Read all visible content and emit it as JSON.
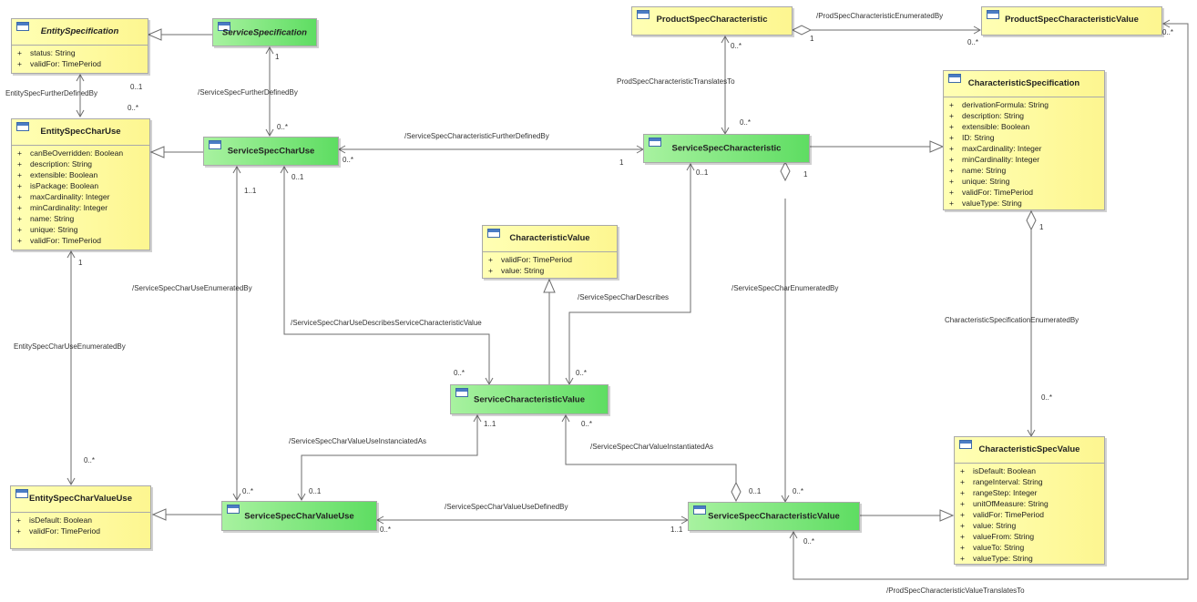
{
  "classes": {
    "entitySpecification": {
      "name": "EntitySpecification",
      "attributes": [
        {
          "vis": "+",
          "text": "status: String"
        },
        {
          "vis": "+",
          "text": "validFor: TimePeriod"
        }
      ]
    },
    "serviceSpecification": {
      "name": "ServiceSpecification"
    },
    "entitySpecCharUse": {
      "name": "EntitySpecCharUse",
      "attributes": [
        {
          "vis": "+",
          "text": "canBeOverridden: Boolean"
        },
        {
          "vis": "+",
          "text": "description: String"
        },
        {
          "vis": "+",
          "text": "extensible: Boolean"
        },
        {
          "vis": "+",
          "text": "isPackage: Boolean"
        },
        {
          "vis": "+",
          "text": "maxCardinality: Integer"
        },
        {
          "vis": "+",
          "text": "minCardinality: Integer"
        },
        {
          "vis": "+",
          "text": "name: String"
        },
        {
          "vis": "+",
          "text": "unique: String"
        },
        {
          "vis": "+",
          "text": "validFor: TimePeriod"
        }
      ]
    },
    "serviceSpecCharUse": {
      "name": "ServiceSpecCharUse"
    },
    "productSpecCharacteristic": {
      "name": "ProductSpecCharacteristic"
    },
    "productSpecCharacteristicValue": {
      "name": "ProductSpecCharacteristicValue"
    },
    "serviceSpecCharacteristic": {
      "name": "ServiceSpecCharacteristic"
    },
    "characteristicSpecification": {
      "name": "CharacteristicSpecification",
      "attributes": [
        {
          "vis": "+",
          "text": "derivationFormula: String"
        },
        {
          "vis": "+",
          "text": "description: String"
        },
        {
          "vis": "+",
          "text": "extensible: Boolean"
        },
        {
          "vis": "+",
          "text": "ID: String"
        },
        {
          "vis": "+",
          "text": "maxCardinality: Integer"
        },
        {
          "vis": "+",
          "text": "minCardinality: Integer"
        },
        {
          "vis": "+",
          "text": "name: String"
        },
        {
          "vis": "+",
          "text": "unique: String"
        },
        {
          "vis": "+",
          "text": "validFor: TimePeriod"
        },
        {
          "vis": "+",
          "text": "valueType: String"
        }
      ]
    },
    "characteristicValue": {
      "name": "CharacteristicValue",
      "attributes": [
        {
          "vis": "+",
          "text": "validFor: TimePeriod"
        },
        {
          "vis": "+",
          "text": "value: String"
        }
      ]
    },
    "serviceCharacteristicValue": {
      "name": "ServiceCharacteristicValue"
    },
    "entitySpecCharValueUse": {
      "name": "EntitySpecCharValueUse",
      "attributes": [
        {
          "vis": "+",
          "text": "isDefault: Boolean"
        },
        {
          "vis": "+",
          "text": "validFor: TimePeriod"
        }
      ]
    },
    "serviceSpecCharValueUse": {
      "name": "ServiceSpecCharValueUse"
    },
    "serviceSpecCharacteristicValue": {
      "name": "ServiceSpecCharacteristicValue"
    },
    "characteristicSpecValue": {
      "name": "CharacteristicSpecValue",
      "attributes": [
        {
          "vis": "+",
          "text": "isDefault: Boolean"
        },
        {
          "vis": "+",
          "text": "rangeInterval: String"
        },
        {
          "vis": "+",
          "text": "rangeStep: Integer"
        },
        {
          "vis": "+",
          "text": "unitOfMeasure: String"
        },
        {
          "vis": "+",
          "text": "validFor: TimePeriod"
        },
        {
          "vis": "+",
          "text": "value: String"
        },
        {
          "vis": "+",
          "text": "valueFrom: String"
        },
        {
          "vis": "+",
          "text": "valueTo: String"
        },
        {
          "vis": "+",
          "text": "valueType: String"
        }
      ]
    }
  },
  "labels": {
    "entitySpecFurtherDefinedBy": "EntitySpecFurtherDefinedBy",
    "esfd_m1": "0..1",
    "esfd_m2": "0..*",
    "serviceSpecFurtherDefinedBy": "/ServiceSpecFurtherDefinedBy",
    "ssfd_m1": "1",
    "ssfd_m2": "0..*",
    "prodSpecCharacteristicEnumeratedBy": "/ProdSpecCharacteristicEnumeratedBy",
    "pscEnum_m1": "1",
    "pscEnum_m2": "0..*",
    "pscEnum_m3": "0..*",
    "prodSpecCharacteristicTranslatesTo": "ProdSpecCharacteristicTranslatesTo",
    "psct_m1": "0..*",
    "psct_m2": "0..*",
    "serviceSpecCharacteristicFurtherDefinedBy": "/ServiceSpecCharacteristicFurtherDefinedBy",
    "sscfd_m1": "0..*",
    "sscfd_m2": "1",
    "ssc_m01": "0..1",
    "ssc_m1": "1",
    "sscu_m11": "1..1",
    "sscu_m01": "0..1",
    "escu_m1": "1",
    "serviceSpecCharUseEnumeratedBy": "/ServiceSpecCharUseEnumeratedBy",
    "serviceSpecCharUseDescribesServiceCharacteristicValue": "/ServiceSpecCharUseDescribesServiceCharacteristicValue",
    "serviceSpecCharDescribes": "/ServiceSpecCharDescribes",
    "serviceSpecCharEnumeratedBy": "/ServiceSpecCharEnumeratedBy",
    "characteristicSpecificationEnumeratedBy": "CharacteristicSpecificationEnumeratedBy",
    "cs_m1": "1",
    "csv_m": "0..*",
    "entitySpecCharUseEnumeratedBy": "EntitySpecCharUseEnumeratedBy",
    "escvu_m": "0..*",
    "scv_m1": "0..*",
    "scv_m2": "0..*",
    "scv_m11": "1..1",
    "scv_m3": "0..*",
    "serviceSpecCharValueUseInstanciatedAs": "/ServiceSpecCharValueUseInstanciatedAs",
    "sscvu_m01": "0..1",
    "serviceSpecCharValueInstantiatedAs": "/ServiceSpecCharValueInstantiatedAs",
    "ssc2_m01": "0..1",
    "ssc2_m2": "0..*",
    "sscvu_m2": "0..*",
    "serviceSpecCharValueUseDefinedBy": "/ServiceSpecCharValueUseDefinedBy",
    "sscv_m11": "1..1",
    "sscvu_m3": "0..*",
    "sscv_m2": "0..*",
    "prodSpecCharacteristicValueTranslatesTo": "/ProdSpecCharacteristicValueTranslatesTo"
  },
  "colors": {
    "line": "#6e6e6e",
    "yellowFill": "#fdf690",
    "greenFill": "#5edd62",
    "border": "#a9a9a9"
  }
}
